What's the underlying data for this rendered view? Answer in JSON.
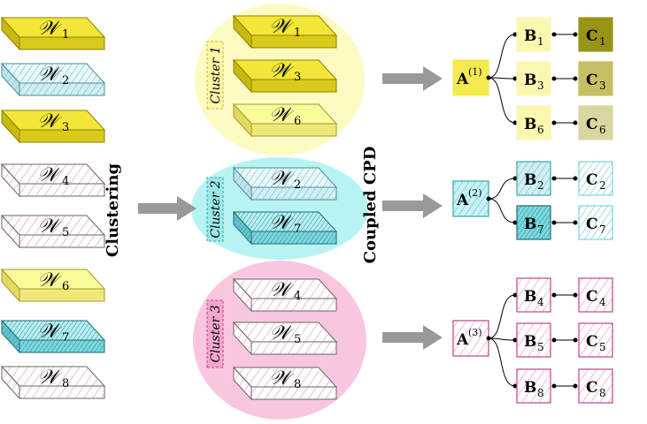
{
  "colors": {
    "yellow": "#f0e020",
    "yellow_light": "#fafa9a",
    "cyan": "#a8f0f0",
    "cyan_dark": "#3aa6a6",
    "pink": "#f7b6d6",
    "pink_dark": "#c0408a",
    "olive_dark": "#9a9416",
    "olive_mid": "#c6c064",
    "olive_light": "#d9d6a0",
    "arrow": "#999999"
  },
  "left_tensors": [
    {
      "symbol": "𝒲",
      "sub": "1",
      "style": "yellow"
    },
    {
      "symbol": "𝒲",
      "sub": "2",
      "style": "cyan-hatch"
    },
    {
      "symbol": "𝒲",
      "sub": "3",
      "style": "yellow"
    },
    {
      "symbol": "𝒲",
      "sub": "4",
      "style": "pink-hatch"
    },
    {
      "symbol": "𝒲",
      "sub": "5",
      "style": "pink-hatch"
    },
    {
      "symbol": "𝒲",
      "sub": "6",
      "style": "yellow-light"
    },
    {
      "symbol": "𝒲",
      "sub": "7",
      "style": "cyan-dark"
    },
    {
      "symbol": "𝒲",
      "sub": "8",
      "style": "pink-hatch"
    }
  ],
  "labels": {
    "clustering": "Clustering",
    "coupled_cpd": "Coupled CPD"
  },
  "clusters": [
    {
      "label": "Cluster 1",
      "tensors": [
        {
          "symbol": "𝒲",
          "sub": "1"
        },
        {
          "symbol": "𝒲",
          "sub": "3"
        },
        {
          "symbol": "𝒲",
          "sub": "6"
        }
      ],
      "A": {
        "symbol": "A",
        "sup": "(1)"
      },
      "B": [
        {
          "symbol": "B",
          "sub": "1"
        },
        {
          "symbol": "B",
          "sub": "3"
        },
        {
          "symbol": "B",
          "sub": "6"
        }
      ],
      "C": [
        {
          "symbol": "C",
          "sub": "1"
        },
        {
          "symbol": "C",
          "sub": "3"
        },
        {
          "symbol": "C",
          "sub": "6"
        }
      ]
    },
    {
      "label": "Cluster 2",
      "tensors": [
        {
          "symbol": "𝒲",
          "sub": "2"
        },
        {
          "symbol": "𝒲",
          "sub": "7"
        }
      ],
      "A": {
        "symbol": "A",
        "sup": "(2)"
      },
      "B": [
        {
          "symbol": "B",
          "sub": "2"
        },
        {
          "symbol": "B",
          "sub": "7"
        }
      ],
      "C": [
        {
          "symbol": "C",
          "sub": "2"
        },
        {
          "symbol": "C",
          "sub": "7"
        }
      ]
    },
    {
      "label": "Cluster 3",
      "tensors": [
        {
          "symbol": "𝒲",
          "sub": "4"
        },
        {
          "symbol": "𝒲",
          "sub": "5"
        },
        {
          "symbol": "𝒲",
          "sub": "8"
        }
      ],
      "A": {
        "symbol": "A",
        "sup": "(3)"
      },
      "B": [
        {
          "symbol": "B",
          "sub": "4"
        },
        {
          "symbol": "B",
          "sub": "5"
        },
        {
          "symbol": "B",
          "sub": "8"
        }
      ],
      "C": [
        {
          "symbol": "C",
          "sub": "4"
        },
        {
          "symbol": "C",
          "sub": "5"
        },
        {
          "symbol": "C",
          "sub": "8"
        }
      ]
    }
  ]
}
